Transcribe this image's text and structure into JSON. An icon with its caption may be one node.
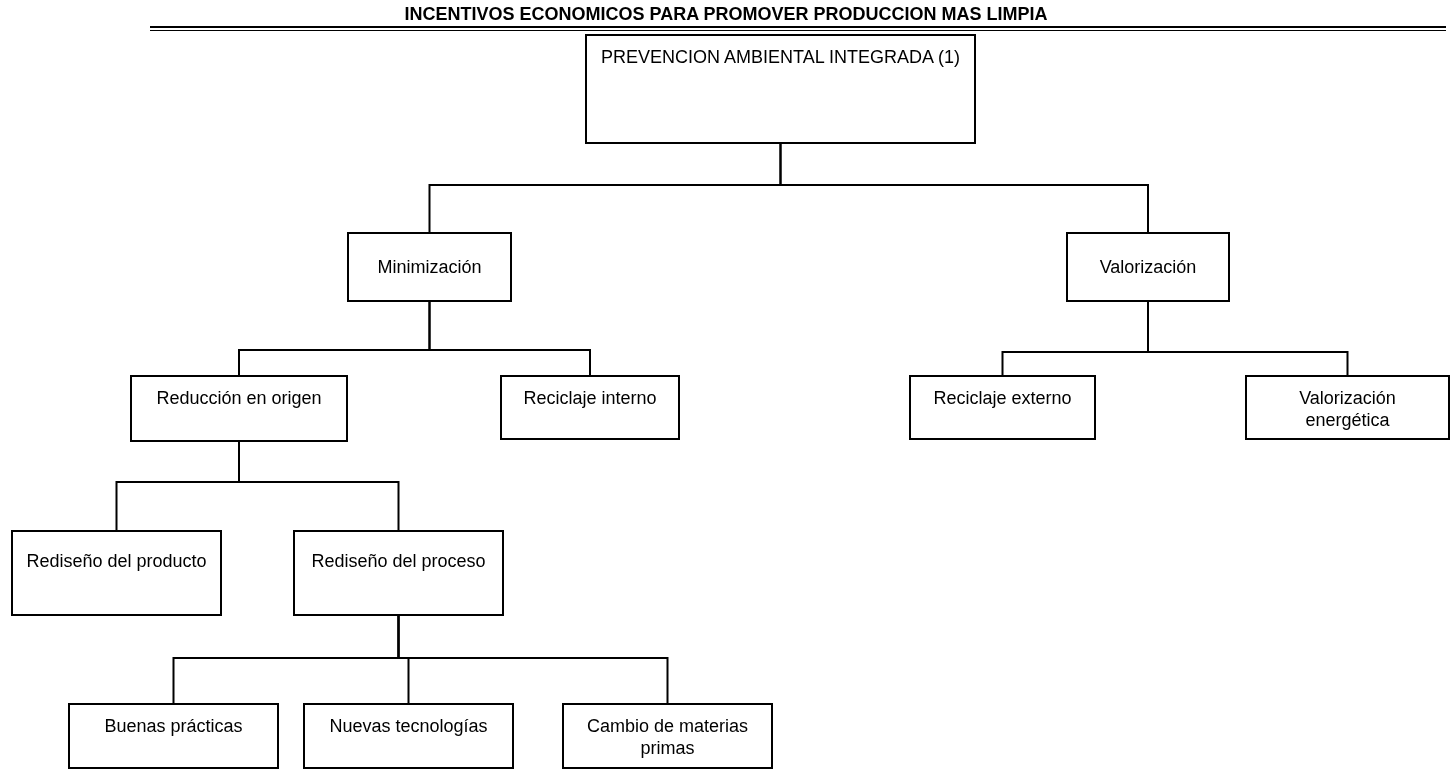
{
  "diagram": {
    "title": "INCENTIVOS ECONOMICOS PARA PROMOVER PRODUCCION MAS LIMPIA",
    "nodes": [
      {
        "text": [
          "PREVENCION AMBIENTAL INTEGRADA (1)"
        ]
      },
      {
        "text": [
          "Minimización"
        ]
      },
      {
        "text": [
          "Valorización"
        ]
      },
      {
        "text": [
          "Reducción en origen"
        ]
      },
      {
        "text": [
          "Reciclaje interno"
        ]
      },
      {
        "text": [
          "Reciclaje externo"
        ]
      },
      {
        "text": [
          "Valorización energética"
        ]
      },
      {
        "text": [
          "Rediseño del producto"
        ]
      },
      {
        "text": [
          "Rediseño del proceso"
        ]
      },
      {
        "text": [
          "Buenas prácticas"
        ]
      },
      {
        "text": [
          "Nuevas tecnologías"
        ]
      },
      {
        "text": [
          "Cambio de materias primas"
        ]
      }
    ],
    "edges": [
      {
        "from": 0,
        "to": 1,
        "arrow": "none"
      },
      {
        "from": 0,
        "to": 2,
        "arrow": "none"
      },
      {
        "from": 1,
        "to": 3,
        "arrow": "none"
      },
      {
        "from": 1,
        "to": 4,
        "arrow": "none"
      },
      {
        "from": 2,
        "to": 5,
        "arrow": "none"
      },
      {
        "from": 2,
        "to": 6,
        "arrow": "none"
      },
      {
        "from": 3,
        "to": 7,
        "arrow": "none"
      },
      {
        "from": 3,
        "to": 8,
        "arrow": "none"
      },
      {
        "from": 8,
        "to": 9,
        "arrow": "none"
      },
      {
        "from": 8,
        "to": 10,
        "arrow": "none"
      },
      {
        "from": 8,
        "to": 11,
        "arrow": "none"
      }
    ]
  }
}
